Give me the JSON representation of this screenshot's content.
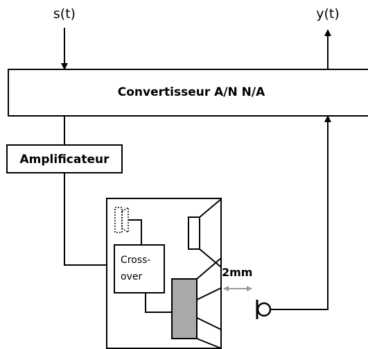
{
  "signals": {
    "input": "s(t)",
    "output": "y(t)"
  },
  "converter": {
    "label": "Convertisseur A/N N/A"
  },
  "amplifier": {
    "label": "Amplificateur"
  },
  "crossover": {
    "line1": "Cross-",
    "line2": "over"
  },
  "distance": {
    "label": "2mm"
  },
  "colors": {
    "stroke": "#000000",
    "woofer_fill": "#a9a9a9",
    "arrow_gray": "#999999"
  }
}
